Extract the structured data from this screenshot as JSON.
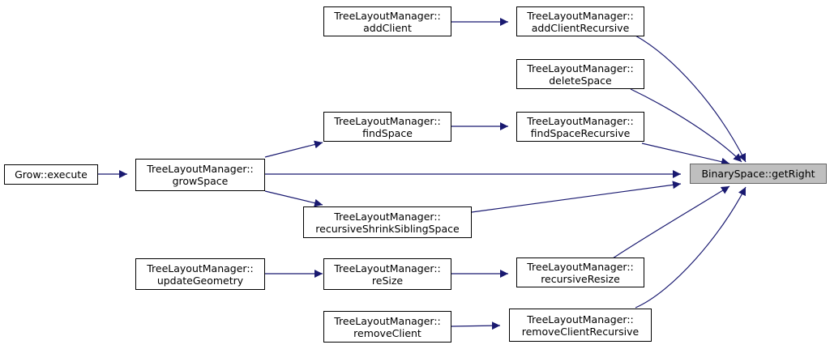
{
  "nodes": {
    "get_right": {
      "line1": "BinarySpace::getRight"
    },
    "add_client_recursive": {
      "line1": "TreeLayoutManager::",
      "line2": "addClientRecursive"
    },
    "add_client": {
      "line1": "TreeLayoutManager::",
      "line2": "addClient"
    },
    "delete_space": {
      "line1": "TreeLayoutManager::",
      "line2": "deleteSpace"
    },
    "find_space_recursive": {
      "line1": "TreeLayoutManager::",
      "line2": "findSpaceRecursive"
    },
    "find_space": {
      "line1": "TreeLayoutManager::",
      "line2": "findSpace"
    },
    "grow_space": {
      "line1": "TreeLayoutManager::",
      "line2": "growSpace"
    },
    "grow_execute": {
      "line1": "Grow::execute"
    },
    "recursive_shrink": {
      "line1": "TreeLayoutManager::",
      "line2": "recursiveShrinkSiblingSpace"
    },
    "recursive_resize": {
      "line1": "TreeLayoutManager::",
      "line2": "recursiveResize"
    },
    "resize": {
      "line1": "TreeLayoutManager::",
      "line2": "reSize"
    },
    "update_geometry": {
      "line1": "TreeLayoutManager::",
      "line2": "updateGeometry"
    },
    "remove_client_recursive": {
      "line1": "TreeLayoutManager::",
      "line2": "removeClientRecursive"
    },
    "remove_client": {
      "line1": "TreeLayoutManager::",
      "line2": "removeClient"
    }
  },
  "colors": {
    "edge": "#191970",
    "target_fill": "#bfbfbf"
  }
}
